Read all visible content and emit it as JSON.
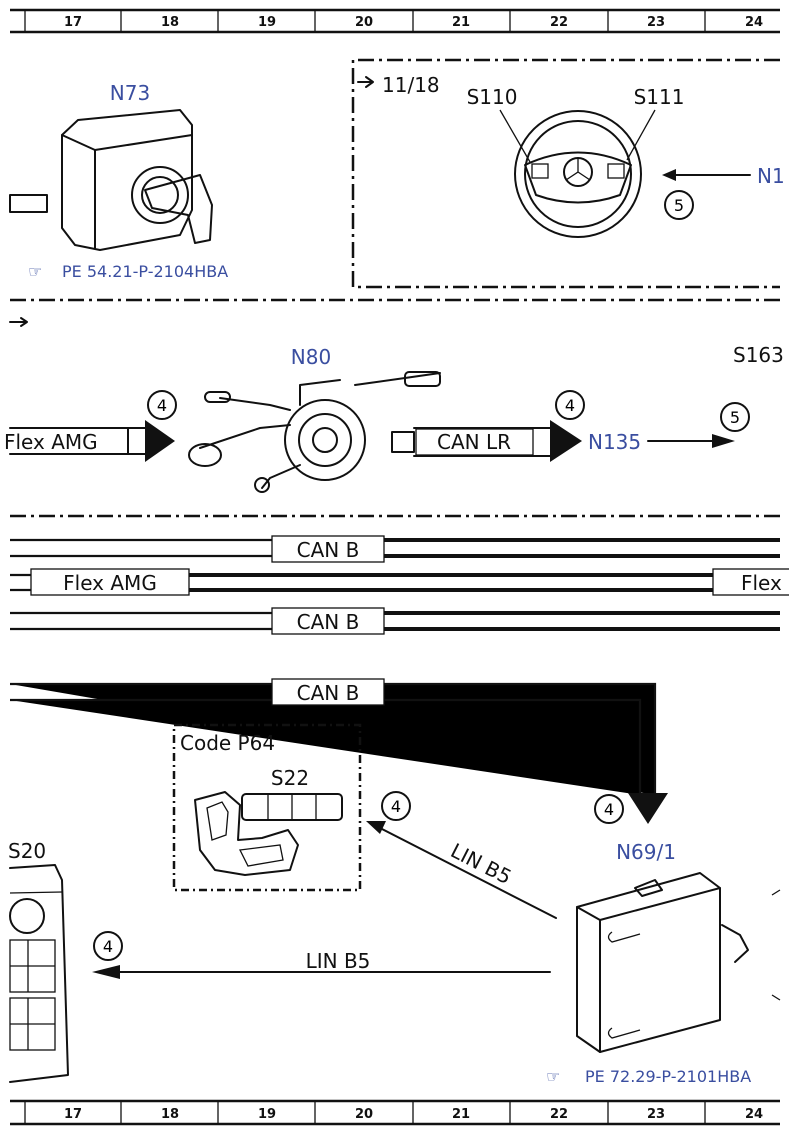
{
  "ruler": {
    "columns": [
      "17",
      "18",
      "19",
      "20",
      "21",
      "22",
      "23",
      "24"
    ]
  },
  "components": {
    "n73": {
      "code": "N73",
      "ref": "PE 54.21-P-2104HBA"
    },
    "steering": {
      "goto": "11/18",
      "s110": "S110",
      "s111": "S111",
      "n1_partial": "N1",
      "circle_num": "5"
    },
    "n80": {
      "code": "N80",
      "flex_partial": "Flex AMG",
      "circle_num": "4"
    },
    "can_lr": {
      "label": "CAN LR",
      "circle_num": "4",
      "target": "N135",
      "target_circle": "5"
    },
    "s163_partial": "S163",
    "bus_lines": {
      "can_b_1": "CAN B",
      "flex_amg": "Flex AMG",
      "flex_partial_right": "Flex",
      "can_b_2": "CAN B",
      "can_b_3": "CAN B"
    },
    "code_p64": {
      "label": "Code P64",
      "s22": "S22",
      "circle_num": "4"
    },
    "n69_1": {
      "code": "N69/1",
      "circle_num": "4",
      "lin_b5_upper": "LIN B5",
      "lin_b5_lower": "LIN B5",
      "ref": "PE 72.29-P-2101HBA"
    },
    "s20": {
      "code": "S20",
      "circle_num": "4"
    }
  }
}
